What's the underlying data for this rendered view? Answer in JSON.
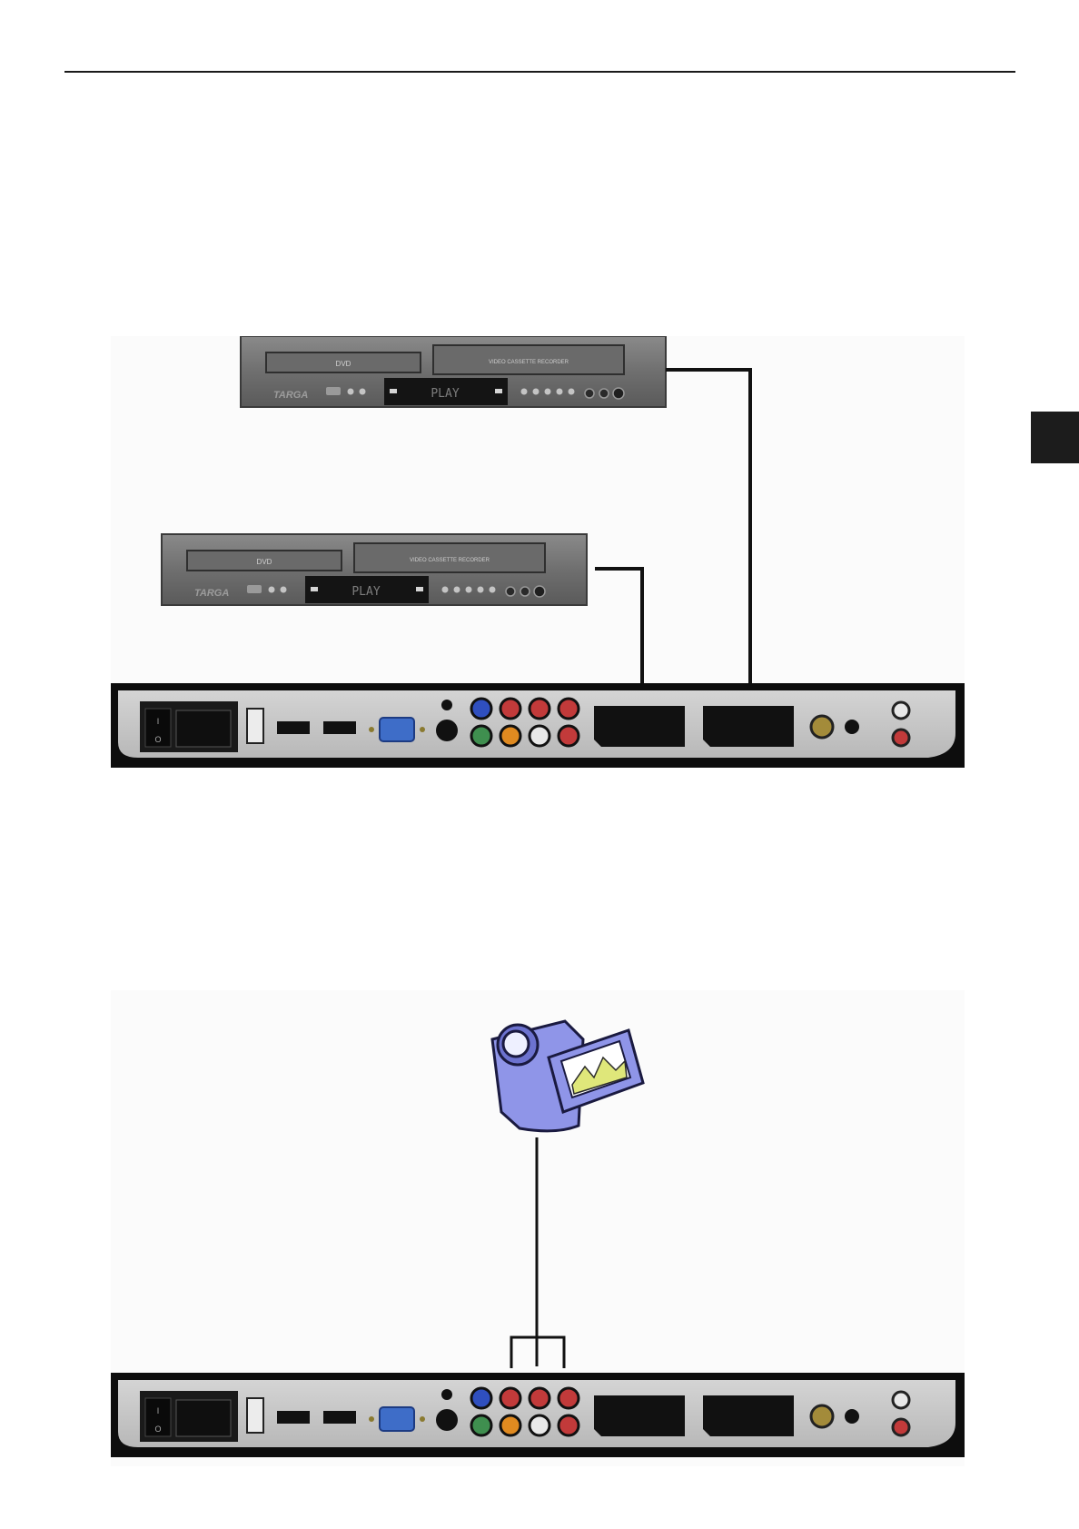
{
  "page": {
    "colors": {
      "rule": "#1a1a1a",
      "tab_marker": "#1c1c1c",
      "cable": "#111111",
      "camera_body": "#8f95e8"
    }
  },
  "figure_top": {
    "devices": [
      {
        "brand": "TARGA",
        "display": "PLAY",
        "tray_label": "DVD",
        "deck_label": "VIDEO CASSETTE RECORDER"
      },
      {
        "brand": "TARGA",
        "display": "PLAY",
        "tray_label": "DVD",
        "deck_label": "VIDEO CASSETTE RECORDER"
      }
    ]
  },
  "figure_bottom": {
    "camera_icon": "camcorder-icon"
  }
}
